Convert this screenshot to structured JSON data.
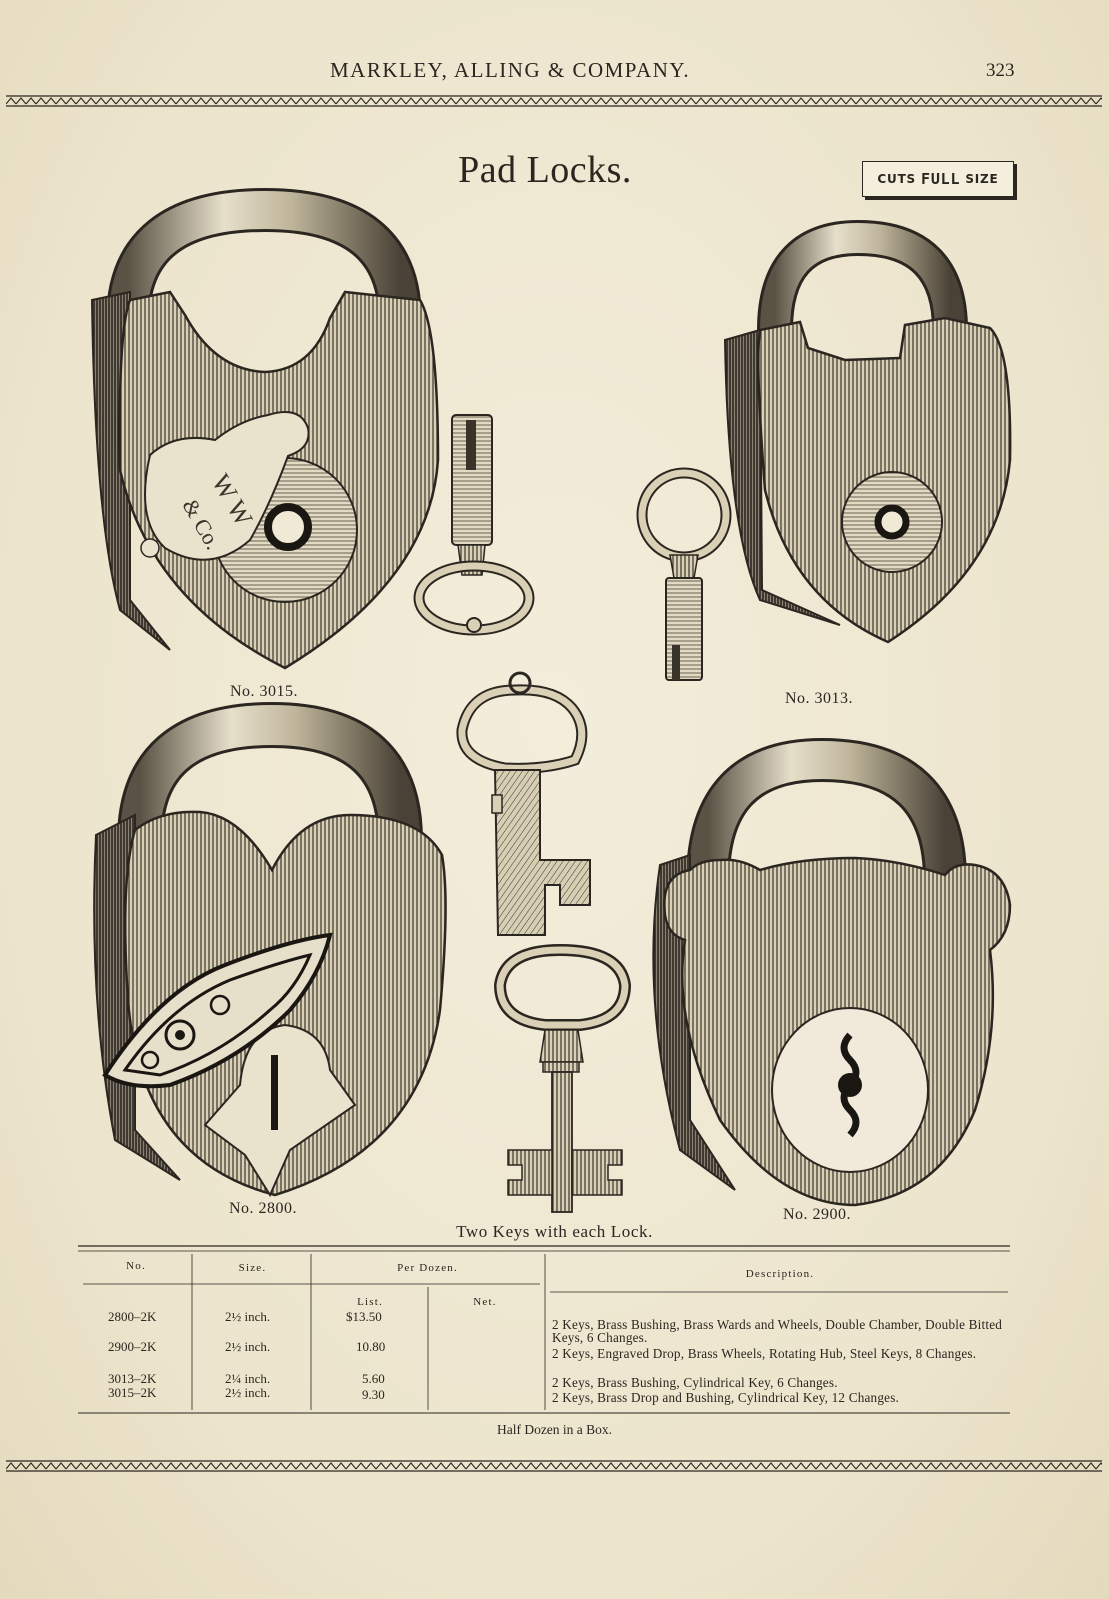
{
  "header": {
    "company": "MARKLEY, ALLING & COMPANY.",
    "page_number": "323"
  },
  "title": "Pad Locks.",
  "badge": {
    "cuts": "CUTS",
    "full": "FULL",
    "size": "SIZE"
  },
  "captions": {
    "lock_3015": "No. 3015.",
    "lock_3013": "No. 3013.",
    "lock_2800": "No. 2800.",
    "lock_2900": "No. 2900.",
    "two_keys": "Two Keys with each Lock."
  },
  "engraving": {
    "ww": "W W",
    "co": "& Co."
  },
  "table": {
    "headers": {
      "no": "No.",
      "size": "Size.",
      "per_dozen": "Per Dozen.",
      "list": "List.",
      "net": "Net.",
      "description": "Description."
    },
    "rows": [
      {
        "no": "2800–2K",
        "size": "2½ inch.",
        "list": "$13.50",
        "net": "",
        "description": "2 Keys, Brass Bushing, Brass Wards and Wheels, Double Chamber, Double Bitted Keys, 6 Changes."
      },
      {
        "no": "2900–2K",
        "size": "2½ inch.",
        "list": "10.80",
        "net": "",
        "description": "2 Keys, Engraved Drop, Brass Wheels, Rotating Hub, Steel Keys, 8 Changes."
      },
      {
        "no": "3013–2K",
        "size": "2¼ inch.",
        "list": "5.60",
        "net": "",
        "description": "2 Keys, Brass Bushing, Cylindrical Key, 6 Changes."
      },
      {
        "no": "3015–2K",
        "size": "2½ inch.",
        "list": "9.30",
        "net": "",
        "description": "2 Keys, Brass Drop and Bushing, Cylindrical Key, 12 Changes."
      }
    ],
    "footer": "Half Dozen in a Box."
  },
  "colors": {
    "paper": "#efe8d2",
    "ink": "#2b2620"
  }
}
